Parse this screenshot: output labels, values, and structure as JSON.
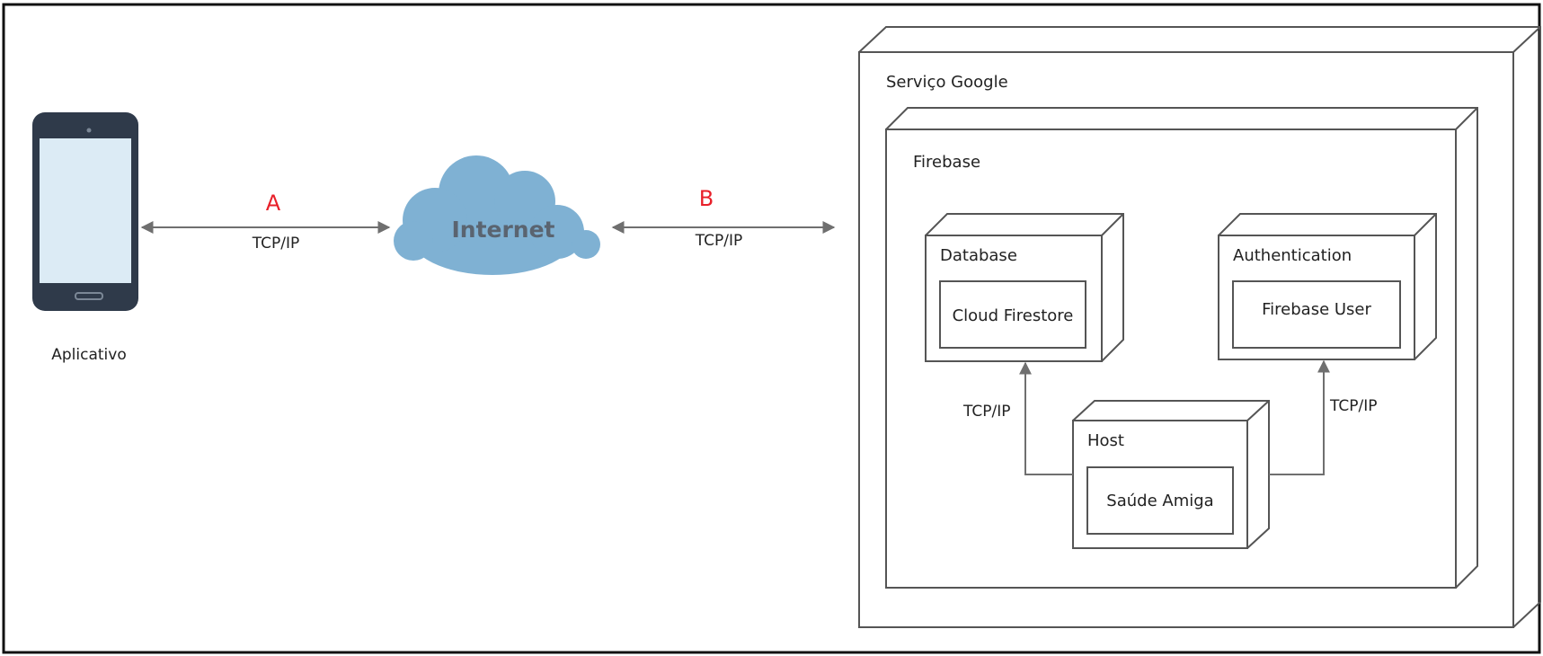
{
  "app": {
    "label": "Aplicativo"
  },
  "link_a": {
    "letter": "A",
    "protocol": "TCP/IP"
  },
  "internet": {
    "label": "Internet"
  },
  "link_b": {
    "letter": "B",
    "protocol": "TCP/IP"
  },
  "google": {
    "title": "Serviço Google",
    "firebase": {
      "title": "Firebase",
      "database": {
        "title": "Database",
        "component": "Cloud Firestore"
      },
      "authentication": {
        "title": "Authentication",
        "component": "Firebase User"
      },
      "host": {
        "title": "Host",
        "component": "Saúde Amiga"
      },
      "link_host_database": "TCP/IP",
      "link_host_auth": "TCP/IP"
    }
  },
  "colors": {
    "frame": "#111111",
    "node_stroke": "#555555",
    "arrow": "#6f6f6f",
    "cloud": "#7fb1d3",
    "phone_body": "#2f3a4a",
    "phone_screen": "#dcebf5",
    "letter": "#e8202a"
  }
}
